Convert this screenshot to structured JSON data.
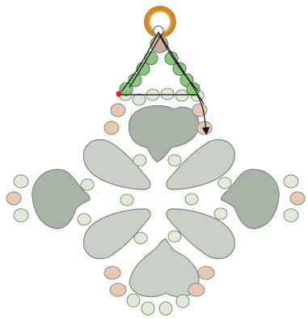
{
  "diagram": {
    "kind": "beading pattern",
    "colors": {
      "ring": "#d39a3d",
      "ring_inner": "#f6e1b6",
      "bead_green": "#dfead8",
      "bead_green_dark": "#8fc480",
      "bead_tan": "#e3c8b4",
      "bead_outline": "#8a8a80",
      "petal_light": "#c9cfc6",
      "petal_dark": "#a9b3a7",
      "petal_outline": "#7f8780",
      "thread": "#111111",
      "start_dot": "#e02020"
    },
    "elements": {
      "jump_ring": "bail-ring",
      "thread_path": "thread-arrow",
      "start_marker": "start-dot"
    }
  }
}
